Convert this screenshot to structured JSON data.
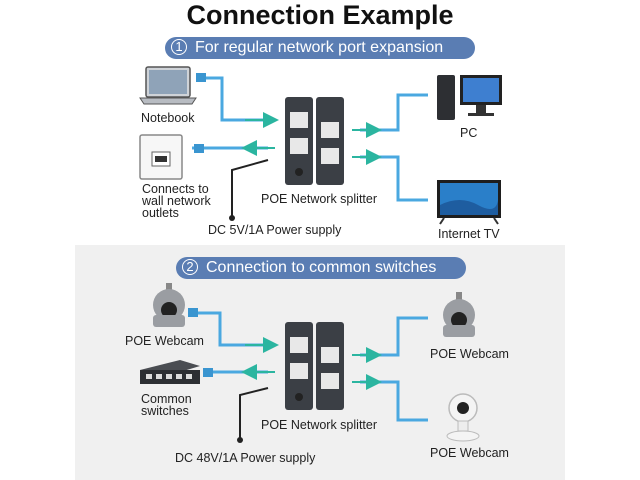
{
  "title": "Connection Example",
  "section1": {
    "number": "1",
    "heading": "For regular network port expansion",
    "labels": {
      "notebook": "Notebook",
      "wall_line1": "Connects to",
      "wall_line2": "wall network",
      "wall_line3": "outlets",
      "splitter": "POE Network splitter",
      "power": "DC 5V/1A Power supply",
      "pc": "PC",
      "tv": "Internet TV"
    }
  },
  "section2": {
    "number": "2",
    "heading": "Connection to common switches",
    "labels": {
      "webcam_left": "POE Webcam",
      "switch_line1": "Common",
      "switch_line2": "switches",
      "splitter": "POE Network splitter",
      "power": "DC 48V/1A Power supply",
      "webcam_right_top": "POE Webcam",
      "webcam_right_bottom": "POE Webcam"
    }
  },
  "colors": {
    "banner": "#5a7db3",
    "cable": "#4aa8e0",
    "splitter": "#3b3f45",
    "arrow": "#2bb5a0"
  }
}
